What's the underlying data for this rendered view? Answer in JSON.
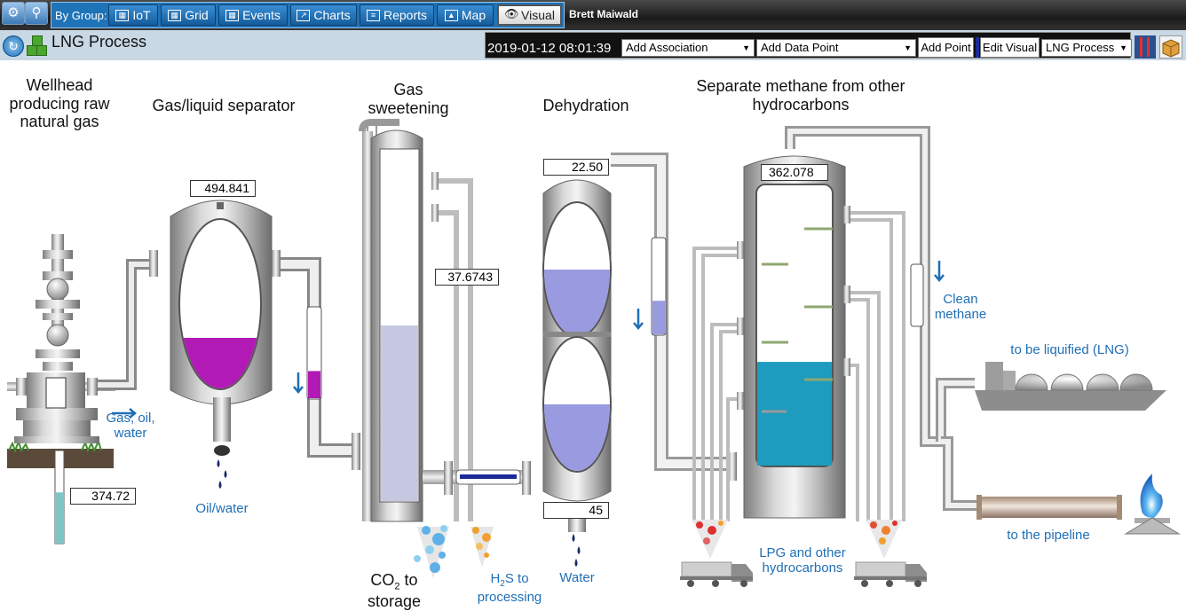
{
  "toolbar": {
    "group_label": "By Group:",
    "buttons": [
      {
        "label": "IoT",
        "icon": "iot-icon"
      },
      {
        "label": "Grid",
        "icon": "grid-icon"
      },
      {
        "label": "Events",
        "icon": "calendar-icon"
      },
      {
        "label": "Charts",
        "icon": "chart-icon"
      },
      {
        "label": "Reports",
        "icon": "report-icon"
      },
      {
        "label": "Map",
        "icon": "map-icon"
      },
      {
        "label": "Visual",
        "icon": "eye-icon",
        "active": true
      }
    ],
    "user": "Brett Maiwald"
  },
  "header": {
    "title": "LNG Process",
    "timestamp": "2019-01-12 08:01:39",
    "add_association": "Add Association",
    "add_data_point": "Add Data Point",
    "add_point_button": "Add Point",
    "edit_visual_button": "Edit Visual",
    "visual_select": "LNG Process"
  },
  "labels": {
    "wellhead": "Wellhead producing raw natural gas",
    "separator": "Gas/liquid separator",
    "sweetening": "Gas sweetening",
    "dehydration": "Dehydration",
    "separate_methane": "Separate methane from other hydrocarbons",
    "gas_oil_water": "Gas, oil, water",
    "oil_water": "Oil/water",
    "co2_storage_prefix": "CO",
    "co2_sub": "2",
    "co2_storage_suffix": " to storage",
    "h2s_prefix": "H",
    "h2s_sub": "2",
    "h2s_suffix": "S to processing",
    "water": "Water",
    "lpg": "LPG and other hydrocarbons",
    "clean_methane": "Clean methane",
    "to_be_liquified": "to be liquified (LNG)",
    "to_pipeline": "to the pipeline"
  },
  "values": {
    "wellhead": "374.72",
    "separator": "494.841",
    "sweetening": "37.6743",
    "dehydration_top": "22.50",
    "dehydration_bottom": "45",
    "methane_column": "362.078"
  },
  "levels": {
    "wellhead_tube": 0.55,
    "separator": 0.3,
    "separator_sight": 0.3,
    "sweetening": 0.5,
    "dehydration_top": 0.5,
    "dehydration_bottom": 0.5,
    "dehydration_sight": 0.35,
    "methane_column": 0.37
  },
  "colors": {
    "toolbar_blue": "#1f73b7",
    "label_blue": "#1f6fb5",
    "magenta_fluid": "#b21ab5",
    "lavender_fluid": "#9a9ae0",
    "teal_fluid": "#1e9cbf"
  }
}
